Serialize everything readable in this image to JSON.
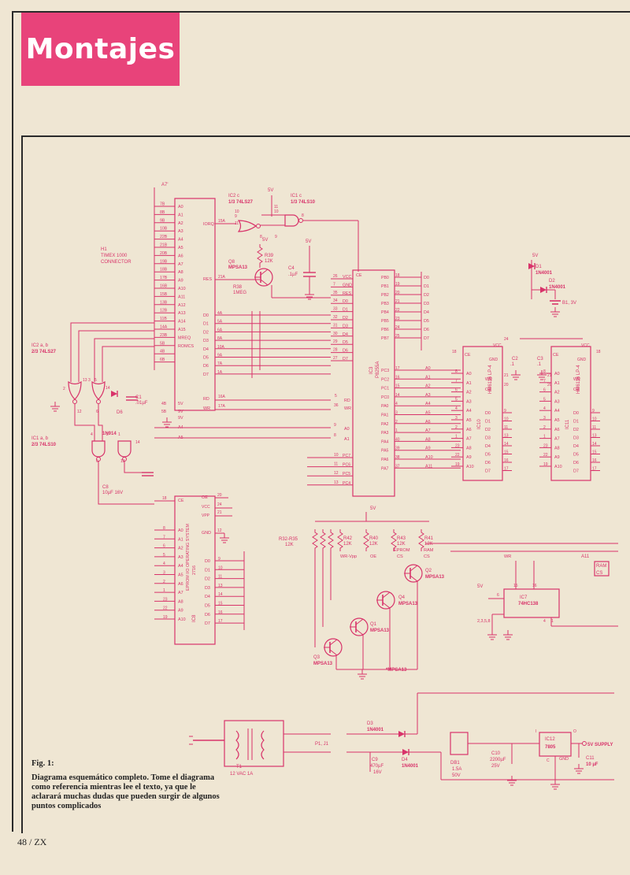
{
  "header": {
    "section_title": "Montajes"
  },
  "figure": {
    "fig_label": "Fig. 1:",
    "caption": "Diagrama esquemático completo. Tome el diagrama como referencia mientras lee el texto, ya que le aclarará muchas dudas que pueden surgir de algunos puntos complicados"
  },
  "footer": {
    "folio": "48 / ZX"
  },
  "colors": {
    "accent": "#e8437a",
    "ink": "#d8336a",
    "paper": "#efe6d3"
  },
  "labels": {
    "h1": "H1",
    "h1_name": "TIMEX 1000",
    "h1_sub": "CONNECTOR",
    "ic2c": "IC2 c",
    "ic2c_part": "1/3 74LS27",
    "ic1c": "IC1 c",
    "ic1c_part": "1/3 74LS10",
    "ic2ab": "IC2 a, b",
    "ic2ab_part": "2/3 74LS27",
    "ic1ab": "IC1 a, b",
    "ic1ab_part": "2/3 74LS10",
    "q8": "Q8",
    "q8_part": "MPSA13",
    "r39": "R39",
    "r39_val": "12K",
    "r38": "R38",
    "r38_val": "1MEG",
    "c4": "C4",
    "c4_val": ".1µF",
    "c1": "C1",
    "c1_val": ".01µF",
    "c8": "C8",
    "c8_val": "10µF 16V",
    "d6": "D6",
    "d6_part": "1N914",
    "ic3": "IC3",
    "ic3_part": "P8255A",
    "ic8": "IC8",
    "ic8_part": "EPROM I/O OPERATING SYSTEM",
    "ic8_num": "2716",
    "ic10": "IC10",
    "ic10_part": "HM6116 LP-4",
    "ic11": "IC11",
    "ic11_part": "HM6116 LP-4",
    "ic7": "IC7",
    "ic7_part": "74HC138",
    "d1": "D1",
    "d1_part": "1N4001",
    "d2": "D2",
    "d2_part": "1N4001",
    "b1": "B1, 3V",
    "c2": "C2",
    "c2_val": ".1",
    "c3": "C3",
    "c3_val": ".1",
    "r32": "R32-R35",
    "r32_val": "12K",
    "r42": "R42",
    "r42_val": "12K",
    "r40": "R40",
    "r40_val": "12K",
    "r43": "R43",
    "r43_val": "12K",
    "r41": "R41",
    "r41_val": "12K",
    "wr_vpp": "WR-Vpp",
    "oe": "OE",
    "eprom": "EPROM",
    "cs": "CS",
    "ram": "RAM",
    "q2": "Q2",
    "q4": "Q4",
    "q1": "Q1",
    "q3": "Q3",
    "mpsa13": "MPSA13",
    "mpsa13_star": "*MPSA13",
    "t1": "T1",
    "t1_part": "12 VAC 1A",
    "p1j1": "P1, J1",
    "d3": "D3",
    "d3_part": "1N4001",
    "d4": "D4",
    "d4_part": "1N4001",
    "c9": "C9",
    "c9_val": "470µF",
    "c9_volt": "16V",
    "db1": "DB1",
    "db1_val": "1.5A",
    "db1_volt": "50V",
    "c10": "C10",
    "c10_val": "2200µF",
    "c10_volt": "25V",
    "ic12": "IC12",
    "ic12_part": "7805",
    "supply": "5V SUPPLY",
    "c11": "C11",
    "c11_val": "10 µF",
    "v5": "5V",
    "a7p": "A7'",
    "a11": "A11",
    "wr": "WR",
    "gnd": "GND",
    "a12": "A12"
  },
  "pins": {
    "h1_left": [
      "7B",
      "8B",
      "9B",
      "10B",
      "22B",
      "21B",
      "20B",
      "19B",
      "18B",
      "17B",
      "16B",
      "15B",
      "13B",
      "12B",
      "11B",
      "14A",
      "23B",
      "5B",
      "4B",
      "6B"
    ],
    "h1_right": [
      "A0",
      "A1",
      "A2",
      "A3",
      "A4",
      "A5",
      "A6",
      "A7",
      "A8",
      "A9",
      "A10",
      "A11",
      "A12",
      "A13",
      "A14",
      "A15",
      "MREQ",
      "ROMCS",
      "5V",
      "9V",
      "9V"
    ],
    "h1_data": [
      "D0",
      "D1",
      "D2",
      "D3",
      "D4",
      "D5",
      "D6",
      "D7"
    ],
    "h1_data_pins": [
      "4A",
      "5A",
      "6A",
      "8A",
      "10A",
      "9A",
      "7A",
      "1A"
    ],
    "ic3_left": [
      "VCC",
      "GND",
      "RES",
      "D0",
      "D1",
      "D2",
      "D3",
      "D4",
      "D5",
      "D6",
      "D7"
    ],
    "ic3_left_nums": [
      "26",
      "7",
      "35",
      "34",
      "33",
      "32",
      "31",
      "30",
      "29",
      "28",
      "27"
    ],
    "ic3_pb": [
      "PB0",
      "PB1",
      "PB2",
      "PB3",
      "PB4",
      "PB5",
      "PB6",
      "PB7"
    ],
    "ic3_pb_nums": [
      "18",
      "19",
      "20",
      "21",
      "22",
      "23",
      "24",
      "25"
    ],
    "ic3_pc": [
      "PC3",
      "PC2",
      "PC1",
      "PC0",
      "PA0",
      "PA1",
      "PA2",
      "PA3",
      "PA4",
      "PA5",
      "PA6",
      "PA7"
    ],
    "ic3_pc_nums": [
      "17",
      "16",
      "15",
      "14",
      "4",
      "3",
      "2",
      "1",
      "40",
      "39",
      "38",
      "37"
    ],
    "ic3_bus": [
      "A0",
      "A1",
      "A2",
      "A3",
      "A4",
      "A5",
      "A6",
      "A7",
      "A8",
      "A9",
      "A10",
      "A11"
    ],
    "ic3_lower": [
      "PC7",
      "PC6",
      "PC5",
      "PC4"
    ],
    "ic3_lower_nums": [
      "10",
      "11",
      "12",
      "13"
    ],
    "d_out": [
      "D0",
      "D1",
      "D2",
      "D3",
      "D4",
      "D5",
      "D6",
      "D7"
    ],
    "ic8_a": [
      "A0",
      "A1",
      "A2",
      "A3",
      "A4",
      "A5",
      "A6",
      "A7",
      "A8",
      "A9",
      "A10"
    ],
    "ic8_a_nums": [
      "8",
      "7",
      "6",
      "5",
      "4",
      "3",
      "2",
      "1",
      "23",
      "22",
      "19"
    ],
    "ic8_d": [
      "D0",
      "D1",
      "D2",
      "D3",
      "D4",
      "D5",
      "D6",
      "D7"
    ],
    "ic8_d_nums": [
      "9",
      "10",
      "11",
      "13",
      "14",
      "15",
      "16",
      "17"
    ],
    "ram_a": [
      "A0",
      "A1",
      "A2",
      "A3",
      "A4",
      "A5",
      "A6",
      "A7",
      "A8",
      "A9",
      "A10"
    ],
    "ram_a_nums": [
      "8",
      "7",
      "6",
      "5",
      "4",
      "3",
      "2",
      "1",
      "23",
      "22",
      "19"
    ],
    "ram_d": [
      "D0",
      "D1",
      "D2",
      "D3",
      "D4",
      "D5",
      "D6",
      "D7"
    ],
    "ram_d_nums": [
      "9",
      "10",
      "11",
      "13",
      "14",
      "15",
      "16",
      "17"
    ],
    "ic7_in": "2,3,5,8"
  }
}
